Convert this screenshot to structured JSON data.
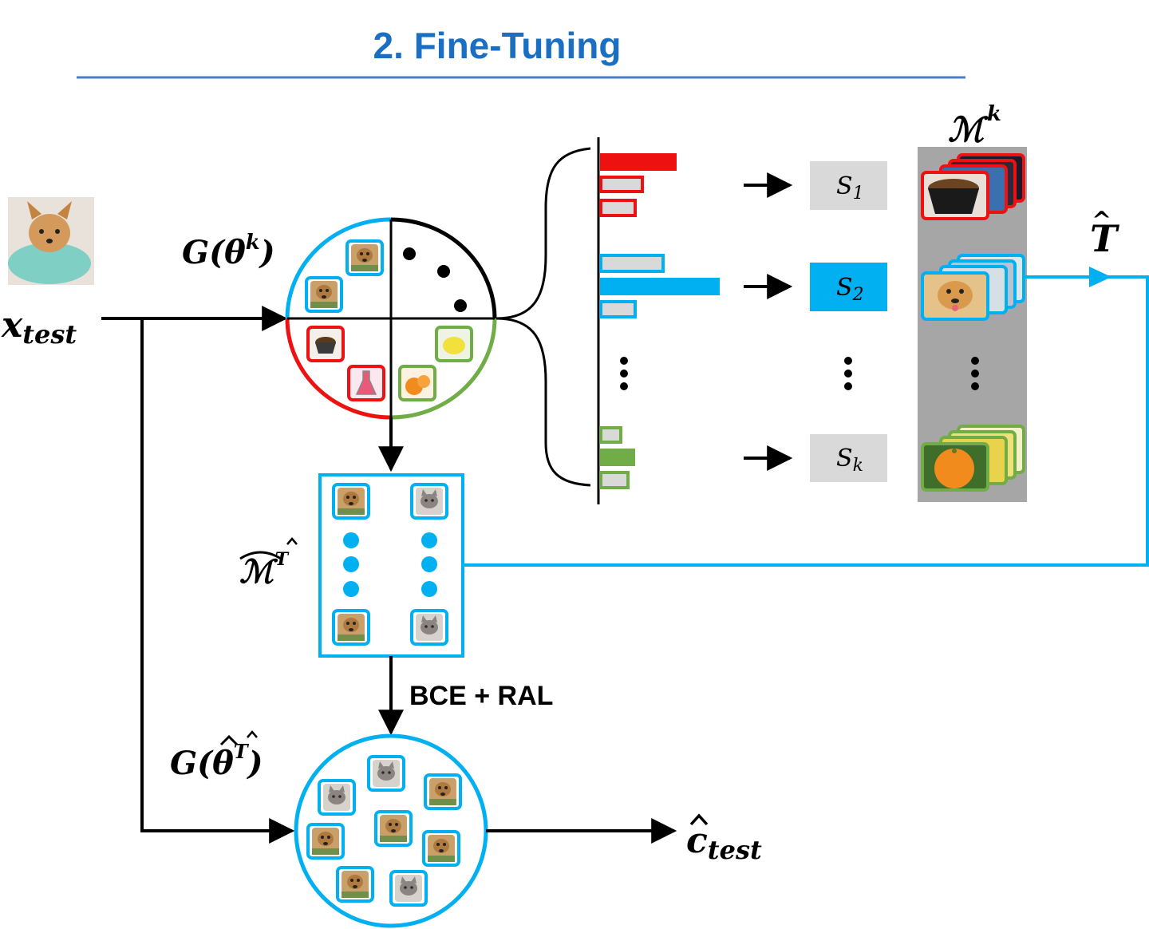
{
  "title": "2. Fine-Tuning",
  "colors": {
    "title_blue": "#1a6fc2",
    "cyan": "#00b0f0",
    "red": "#ee1111",
    "green": "#70ad47",
    "gray": "#a6a6a6",
    "box_gray": "#d9d9d9",
    "black": "#000000"
  },
  "labels": {
    "x_main": "x",
    "x_sub": "test",
    "g_theta": "G(θ",
    "g_theta_sup": "k",
    "g_theta_close": ")",
    "m_k": "ℳ",
    "m_k_sup": "k",
    "t_hat": "T",
    "m_hat": "ℳ",
    "m_hat_sup": "T",
    "loss": "BCE + RAL",
    "g_theta_hat": "G(θ",
    "g_theta_hat_sup": "T",
    "g_theta_hat_close": ")",
    "c_main": "c",
    "c_sub": "test"
  },
  "score_boxes": [
    {
      "label": "S",
      "sub": "1",
      "state": "gray"
    },
    {
      "label": "S",
      "sub": "2",
      "state": "selected"
    },
    {
      "label": "S",
      "sub": "k",
      "state": "gray"
    }
  ],
  "icons": [
    "test-dog-image",
    "dog-thumbnail-icon",
    "cat-thumbnail-icon",
    "coffee-cup-icon",
    "flask-icon",
    "lemon-icon",
    "orange-icon",
    "puppy-icon"
  ]
}
